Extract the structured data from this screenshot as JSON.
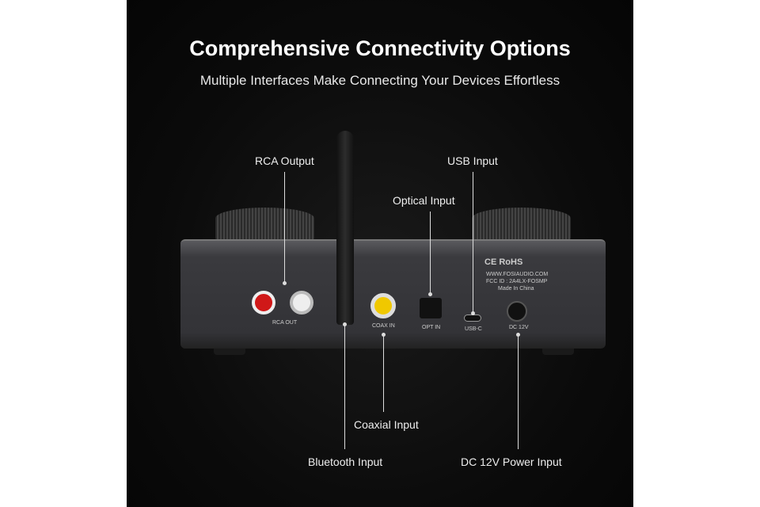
{
  "header": {
    "title": "Comprehensive Connectivity Options",
    "subtitle": "Multiple Interfaces Make Connecting Your Devices Effortless"
  },
  "callouts": {
    "rca": "RCA Output",
    "usb": "USB Input",
    "optical": "Optical Input",
    "coaxial": "Coaxial Input",
    "bluetooth": "Bluetooth Input",
    "dc": "DC 12V Power Input"
  },
  "device": {
    "rca_label": "RCA OUT",
    "coax_label": "COAX IN",
    "opt_label": "OPT IN",
    "usbc_label": "USB-C",
    "dc_label": "DC 12V",
    "cert": "CE RoHS",
    "website": "WWW.FOSIAUDIO.COM",
    "fcc": "FCC ID : 2A4LX-FOSMP",
    "made": "Made In China"
  }
}
